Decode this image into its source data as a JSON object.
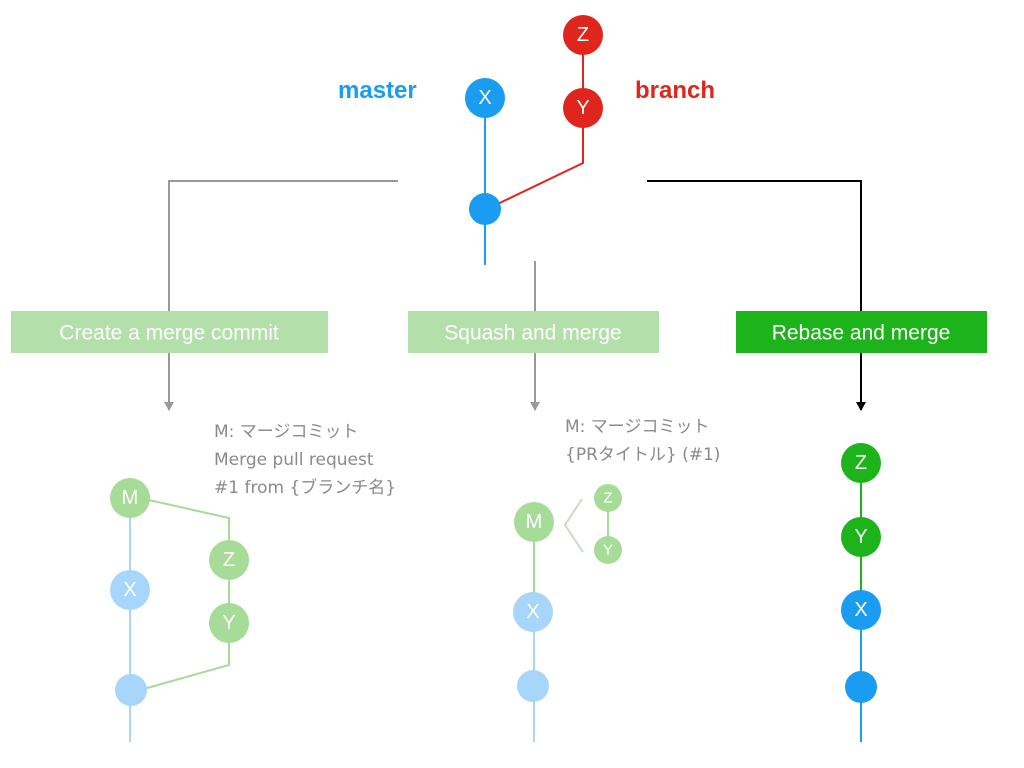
{
  "top": {
    "master_label": "master",
    "branch_label": "branch",
    "master_color": "#1a9cf0",
    "branch_color": "#e0261c",
    "nodes": {
      "x": "X",
      "y": "Y",
      "z": "Z",
      "base": ""
    }
  },
  "options": [
    {
      "id": "create-merge-commit",
      "label": "Create a merge commit",
      "selected": false,
      "color": "#b3e0aa"
    },
    {
      "id": "squash-and-merge",
      "label": "Squash and merge",
      "selected": false,
      "color": "#b3e0aa"
    },
    {
      "id": "rebase-and-merge",
      "label": "Rebase and merge",
      "selected": true,
      "color": "#1db31a"
    }
  ],
  "results": {
    "merge_commit": {
      "note": [
        "M: マージコミット",
        "Merge pull request",
        "#1 from {ブランチ名}"
      ],
      "nodes": {
        "m": "M",
        "x": "X",
        "z": "Z",
        "y": "Y",
        "base": ""
      }
    },
    "squash": {
      "note": [
        "M: マージコミット",
        "{PRタイトル} (#1)"
      ],
      "nodes": {
        "m": "M",
        "z": "Z",
        "y": "Y",
        "x": "X",
        "base": ""
      }
    },
    "rebase": {
      "nodes": {
        "z": "Z",
        "y": "Y",
        "x": "X",
        "base": ""
      }
    }
  },
  "colors": {
    "master_light": "#a8d6fa",
    "green_light": "#a6dc98",
    "green_dark": "#1db31a",
    "connector_gray": "#999999",
    "connector_black": "#000000",
    "note_gray": "#8a8a8a"
  }
}
